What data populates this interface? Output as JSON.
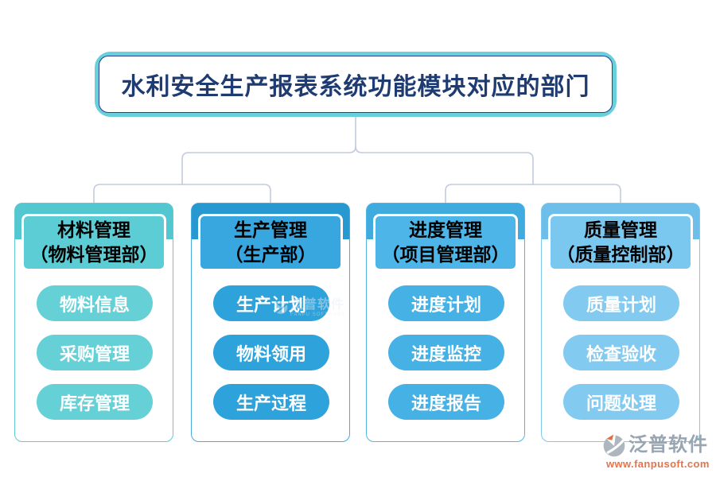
{
  "title": "水利安全生产报表系统功能模块对应的部门",
  "columns": [
    {
      "title": "材料管理",
      "department": "（物料管理部）",
      "items": [
        "物料信息",
        "采购管理",
        "库存管理"
      ],
      "colors": {
        "band": "#52C7D0",
        "box": "#5DCDD5",
        "pill": "#66D0D7",
        "border": "#5FCBD2"
      }
    },
    {
      "title": "生产管理",
      "department": "（生产部）",
      "items": [
        "生产计划",
        "物料领用",
        "生产过程"
      ],
      "colors": {
        "band": "#2898D0",
        "box": "#38A7DF",
        "pill": "#2EA2DB",
        "border": "#45ACDE"
      }
    },
    {
      "title": "进度管理",
      "department": "（项目管理部）",
      "items": [
        "进度计划",
        "进度监控",
        "进度报告"
      ],
      "colors": {
        "band": "#3FABDF",
        "box": "#4DB5E7",
        "pill": "#46B1E4",
        "border": "#52B6E6"
      }
    },
    {
      "title": "质量管理",
      "department": "（质量控制部）",
      "items": [
        "质量计划",
        "检查验收",
        "问题处理"
      ],
      "colors": {
        "band": "#6DBFEA",
        "box": "#7AC7EF",
        "pill": "#82CAF0",
        "border": "#7FC7EE"
      }
    }
  ],
  "theme": {
    "title_text": "#1E3B72",
    "title_border_outer": "#68D0DB",
    "title_border_inner": "#2F3F8F",
    "connector": "#C2CBDC",
    "background": "#FFFFFF"
  },
  "watermark": {
    "text": "泛普软件",
    "caption": "FANPU SOFTWARE"
  },
  "logo": {
    "name": "泛普软件",
    "url": "www.fanpusoft.com",
    "text_color": "#98A5B2",
    "url_color": "#E4744B",
    "icon_gray": "#AEB6C0",
    "icon_orange": "#DF7040"
  }
}
